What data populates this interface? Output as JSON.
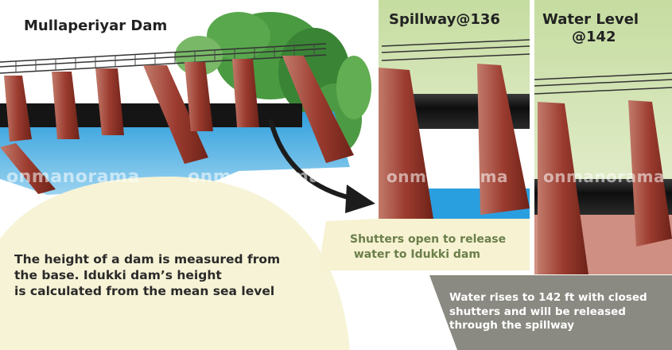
{
  "panels": {
    "main": {
      "title": "Mullaperiyar Dam"
    },
    "spillway": {
      "title": "Spillway@136"
    },
    "water_level": {
      "title_line1": "Water Level",
      "title_line2": "@142"
    }
  },
  "captions": {
    "base_line1": "The height of a dam is measured from",
    "base_line2": "the base. Idukki dam’s height",
    "base_line3": "is calculated from the mean sea level",
    "shutters_line1": "Shutters open to release",
    "shutters_line2": " water to Idukki dam",
    "rise_line1": "Water rises to 142 ft with closed",
    "rise_line2": "shutters and will be released",
    "rise_line3": "through the spillway"
  },
  "watermark": {
    "text": "onmanorama"
  },
  "colors": {
    "pier": "#9b3b2f",
    "pier_light": "#c47a6a",
    "water": "#37a6df",
    "tree": "#3f8a3a",
    "caption_light_bg": "#f7f3d6",
    "caption_dark_bg": "#8a8a82"
  }
}
